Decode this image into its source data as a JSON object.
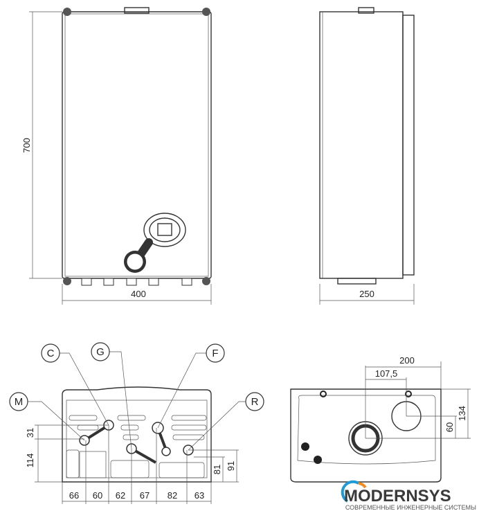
{
  "front_view": {
    "height_label": "700",
    "width_label": "400"
  },
  "side_view": {
    "depth_label": "250"
  },
  "bottom_view": {
    "callouts": [
      "C",
      "G",
      "F",
      "M",
      "R"
    ],
    "left_dims": [
      "31",
      "114"
    ],
    "right_dims": [
      "81",
      "91"
    ],
    "spacing_dims": [
      "66",
      "60",
      "62",
      "67",
      "82",
      "63"
    ]
  },
  "top_view": {
    "dims": [
      "200",
      "107,5",
      "134",
      "60"
    ]
  },
  "logo": {
    "name": "MODERNSYS",
    "tagline": "СОВРЕМЕННЫЕ ИНЖЕНЕРНЫЕ СИСТЕМЫ",
    "colors": {
      "blue": "#1e9ad6",
      "orange": "#f28c1e",
      "text": "#3a3a3a"
    }
  }
}
